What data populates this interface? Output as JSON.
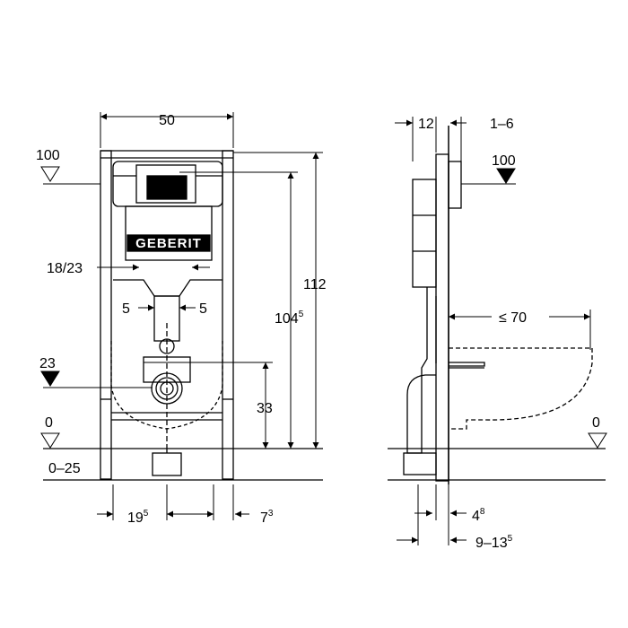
{
  "brand": {
    "logo_text": "GEBERIT"
  },
  "front_view": {
    "dims": {
      "width": "50",
      "level_top": "100",
      "level_23": "23",
      "level_0": "0",
      "range_0_25": "0–25",
      "flush_plate": "18/23",
      "left_5": "5",
      "right_5": "5",
      "height_112": "112",
      "height_104_base": "104",
      "height_104_sup": "5",
      "height_33": "33",
      "bottom_19_base": "19",
      "bottom_19_sup": "5",
      "bottom_7_base": "7",
      "bottom_7_sup": "3"
    }
  },
  "side_view": {
    "dims": {
      "depth_12": "12",
      "range_1_6": "1–6",
      "level_top": "100",
      "projection": "≤ 70",
      "level_0": "0",
      "bottom_4_base": "4",
      "bottom_4_sup": "8",
      "bottom_range_base": "9–13",
      "bottom_range_sup": "5"
    }
  },
  "colors": {
    "line": "#000000",
    "panel": "#ffffff",
    "logo_bg": "#000000"
  }
}
